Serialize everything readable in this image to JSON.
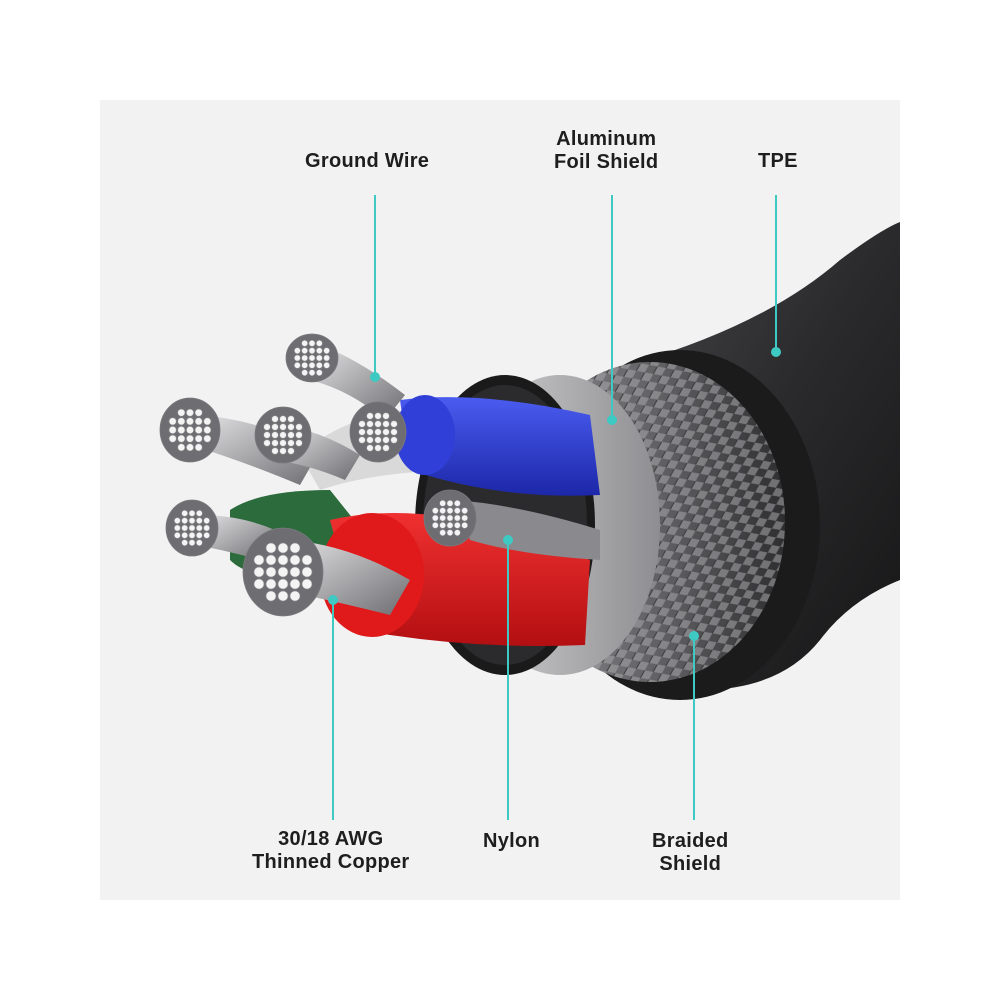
{
  "labels": {
    "ground_wire": "Ground Wire",
    "aluminum_foil": {
      "line1": "Aluminum",
      "line2": "Foil Shield"
    },
    "tpe": "TPE",
    "copper": {
      "line1": "30/18 AWG",
      "line2": "Thinned Copper"
    },
    "nylon": "Nylon",
    "braided": {
      "line1": "Braided",
      "line2": "Shield"
    }
  },
  "colors": {
    "panel_background": "#f2f2f2",
    "leader_line": "#3fc9c3",
    "text": "#1e1e1e",
    "jacket": "#2a2a2c",
    "foil": "#b9b9bb",
    "blue_wire": "#2f3fd8",
    "red_wire": "#e0191b",
    "green_wire": "#2c6b3c",
    "white_wire": "#d9d9d9",
    "copper_strand": "#b8b8bc"
  }
}
